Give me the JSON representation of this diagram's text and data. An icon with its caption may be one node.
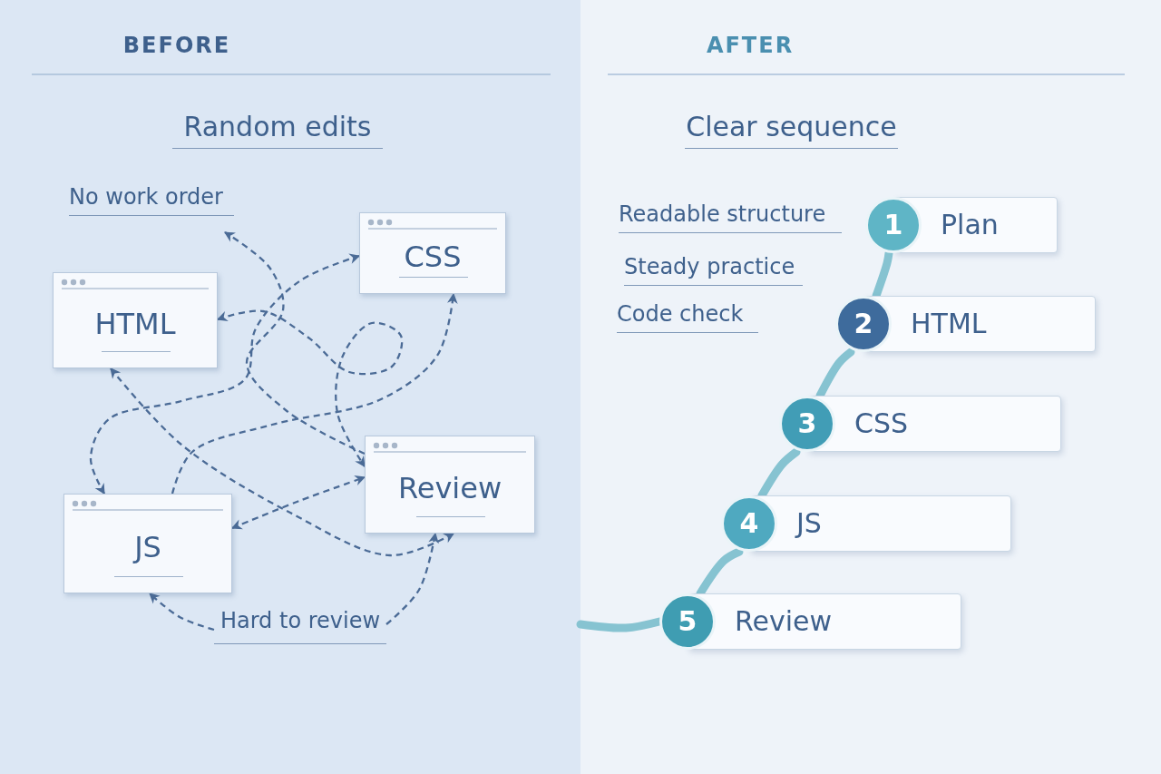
{
  "diagram": {
    "nodes": [
      {
        "text": [
          "HTML"
        ]
      },
      {
        "text": [
          "CSS"
        ]
      },
      {
        "text": [
          "JS"
        ]
      },
      {
        "text": [
          "Review"
        ]
      },
      {
        "text": [
          "Hard to review"
        ]
      },
      {
        "text": [
          "1"
        ]
      },
      {
        "text": [
          "Plan"
        ]
      },
      {
        "text": [
          "2"
        ]
      },
      {
        "text": [
          "HTML"
        ]
      },
      {
        "text": [
          "3"
        ]
      },
      {
        "text": [
          "CSS"
        ]
      },
      {
        "text": [
          "4"
        ]
      },
      {
        "text": [
          "JS"
        ]
      },
      {
        "text": [
          "5"
        ]
      },
      {
        "text": [
          "Review"
        ]
      }
    ],
    "edges": [
      {
        "from": 2,
        "to": 3,
        "arrow": "both",
        "style": "dashed"
      },
      {
        "from": 0,
        "to": 3,
        "arrow": "both",
        "style": "dashed"
      },
      {
        "from": 0,
        "to": 3,
        "arrow": "both",
        "style": "dashed"
      },
      {
        "from": 2,
        "to": 1,
        "arrow": "to",
        "style": "dashed"
      },
      {
        "from": 1,
        "to": 2,
        "arrow": "both",
        "style": "dashed"
      },
      {
        "from": 3,
        "to": null,
        "arrow": "to",
        "style": "dashed"
      },
      {
        "from": 4,
        "to": 2,
        "arrow": "to",
        "style": "dashed"
      },
      {
        "from": 4,
        "to": 3,
        "arrow": "to",
        "style": "dashed"
      },
      {
        "from": null,
        "to": 13,
        "arrow": "none",
        "style": "thick",
        "color": "#86c3d1"
      },
      {
        "from": 13,
        "to": 11,
        "arrow": "none",
        "style": "thick",
        "color": "#86c3d1"
      },
      {
        "from": 11,
        "to": 9,
        "arrow": "none",
        "style": "thick",
        "color": "#86c3d1"
      },
      {
        "from": 9,
        "to": 7,
        "arrow": "none",
        "style": "thick",
        "color": "#86c3d1"
      },
      {
        "from": 7,
        "to": 5,
        "arrow": "none",
        "style": "thick",
        "color": "#86c3d1"
      }
    ],
    "labels": [
      "BEFORE",
      "AFTER",
      "Random edits",
      "Clear sequence",
      "No work order",
      "Readable structure",
      "Steady practice",
      "Code check"
    ]
  }
}
